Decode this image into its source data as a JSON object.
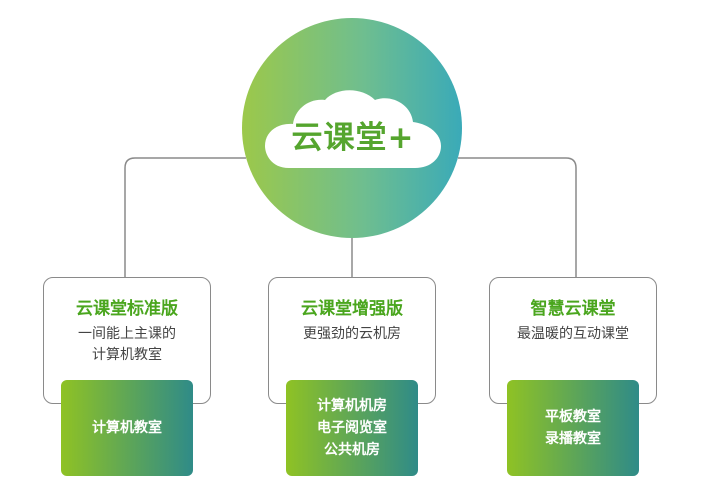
{
  "hub": {
    "title": "云课堂+"
  },
  "cards": [
    {
      "title": "云课堂标准版",
      "desc": [
        "一间能上主课的",
        "计算机教室"
      ],
      "tags": [
        "计算机教室"
      ]
    },
    {
      "title": "云课堂增强版",
      "desc": [
        "更强劲的云机房"
      ],
      "tags": [
        "计算机机房",
        "电子阅览室",
        "公共机房"
      ]
    },
    {
      "title": "智慧云课堂",
      "desc": [
        "最温暖的互动课堂"
      ],
      "tags": [
        "平板教室",
        "录播教室"
      ]
    }
  ],
  "colors": {
    "hub_gradient": [
      "#9cc84a",
      "#6fbe8f",
      "#3aaab8"
    ],
    "tag_gradient": [
      "#8fc224",
      "#2f8b88"
    ],
    "title_green": "#4aa61e",
    "border_gray": "#8a8a8a"
  }
}
